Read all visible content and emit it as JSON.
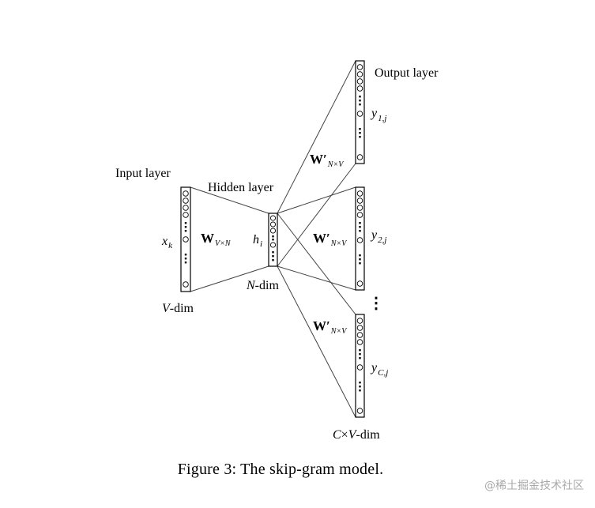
{
  "labels": {
    "input_layer": "Input layer",
    "hidden_layer": "Hidden layer",
    "output_layer": "Output layer",
    "v_dim_var": "V",
    "v_dim_suffix": "-dim",
    "n_dim_var": "N",
    "n_dim_suffix": "-dim",
    "cv_dim_c": "C",
    "cv_dim_times": "×",
    "cv_dim_v": "V",
    "cv_dim_suffix": "-dim",
    "x_var": "x",
    "x_sub": "k",
    "h_var": "h",
    "h_sub": "i",
    "w_symbol": "W",
    "w_sub": "V×N",
    "w_prime_symbol": "W′",
    "w_prime_sub": "N×V",
    "y_var": "y",
    "y1_sub": "1,j",
    "y2_sub": "2,j",
    "yc_sub": "C,j",
    "vdots": "⋮"
  },
  "caption": "Figure 3: The skip-gram model.",
  "watermark": "@稀土掘金技术社区"
}
